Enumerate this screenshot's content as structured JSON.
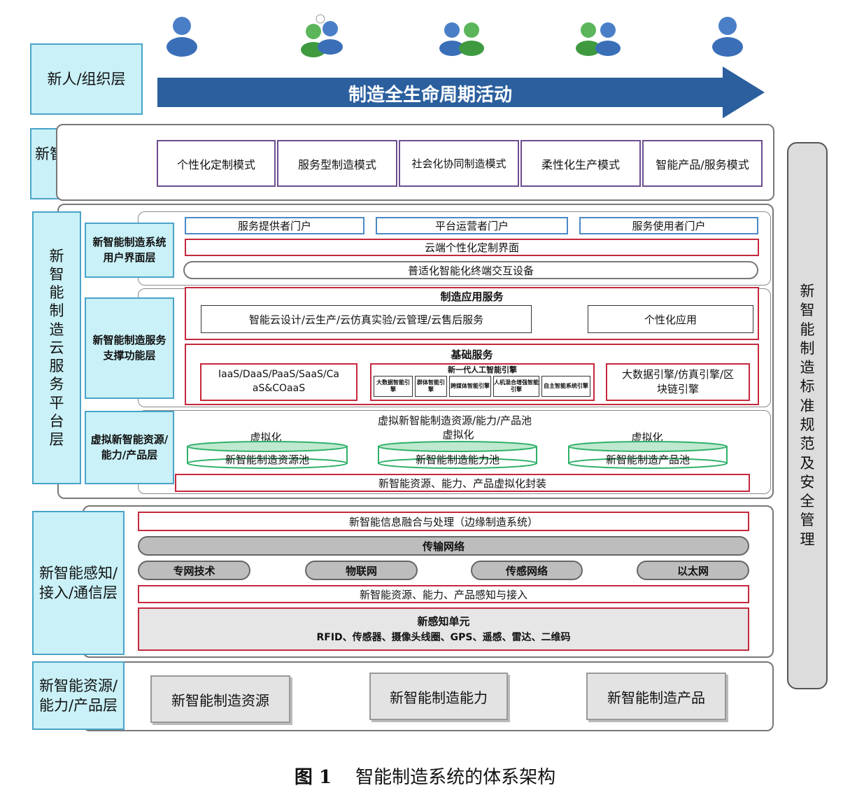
{
  "people_layer": {
    "label": "新人/组织层",
    "arrow_text": "制造全生命周期活动",
    "icons": [
      "person-icon",
      "group-icon",
      "group-icon",
      "group-icon",
      "person-icon"
    ]
  },
  "app_layer": {
    "label": "新智能制造云服务应用层",
    "modes": [
      "个性化定制模式",
      "服务型制造模式",
      "社会化协同制造模式",
      "柔性化生产模式",
      "智能产品/服务模式"
    ]
  },
  "platform_layer": {
    "label": "新智能制造云服务平台层",
    "ui_layer": {
      "label": "新智能制造系统用户界面层",
      "portals": [
        "服务提供者门户",
        "平台运营者门户",
        "服务使用者门户"
      ],
      "cloud_ui": "云端个性化定制界面",
      "devices": "普适化智能化终端交互设备"
    },
    "support_layer": {
      "label": "新智能制造服务支撑功能层",
      "app_services": {
        "title": "制造应用服务",
        "main": "智能云设计/云生产/云仿真实验/云管理/云售后服务",
        "personal": "个性化应用"
      },
      "basic_services": {
        "title": "基础服务",
        "xaas": "IaaS/DaaS/PaaS/SaaS/CaaS&COaaS",
        "ai_engine": {
          "title": "新一代人工智能引擎",
          "items": [
            "大数据智能引擎",
            "群体智能引擎",
            "跨媒体智能引擎",
            "人机混合增强智能引擎",
            "自主智能系统引擎"
          ]
        },
        "engines": "大数据引擎/仿真引擎/区块链引擎"
      }
    },
    "virtual_layer": {
      "label": "虚拟新智能资源/能力/产品层",
      "title": "虚拟新智能制造资源/能力/产品池",
      "virtualize": "虚拟化",
      "pools": [
        "新智能制造资源池",
        "新智能制造能力池",
        "新智能制造产品池"
      ],
      "encap": "新智能资源、能力、产品虚拟化封装"
    }
  },
  "sensing_layer": {
    "label": "新智能感知/接入/通信层",
    "fusion": "新智能信息融合与处理（边缘制造系统）",
    "network": "传输网络",
    "nets": [
      "专网技术",
      "物联网",
      "传感网络",
      "以太网"
    ],
    "access": "新智能资源、能力、产品感知与接入",
    "unit_title": "新感知单元",
    "unit_items": "RFID、传感器、摄像头线圈、GPS、遥感、雷达、二维码"
  },
  "resource_layer": {
    "label": "新智能资源/能力/产品层",
    "items": [
      "新智能制造资源",
      "新智能制造能力",
      "新智能制造产品"
    ]
  },
  "side": {
    "label": "新智能制造标准规范及安全管理"
  },
  "caption": {
    "fig": "图 1",
    "title": "智能制造系统的体系架构"
  },
  "colors": {
    "label_fill": "#c9f1f7",
    "arrow": "#2b5f9e",
    "red": "#c5283d",
    "blue": "#4b89c7",
    "pool": "#2fb06a"
  }
}
